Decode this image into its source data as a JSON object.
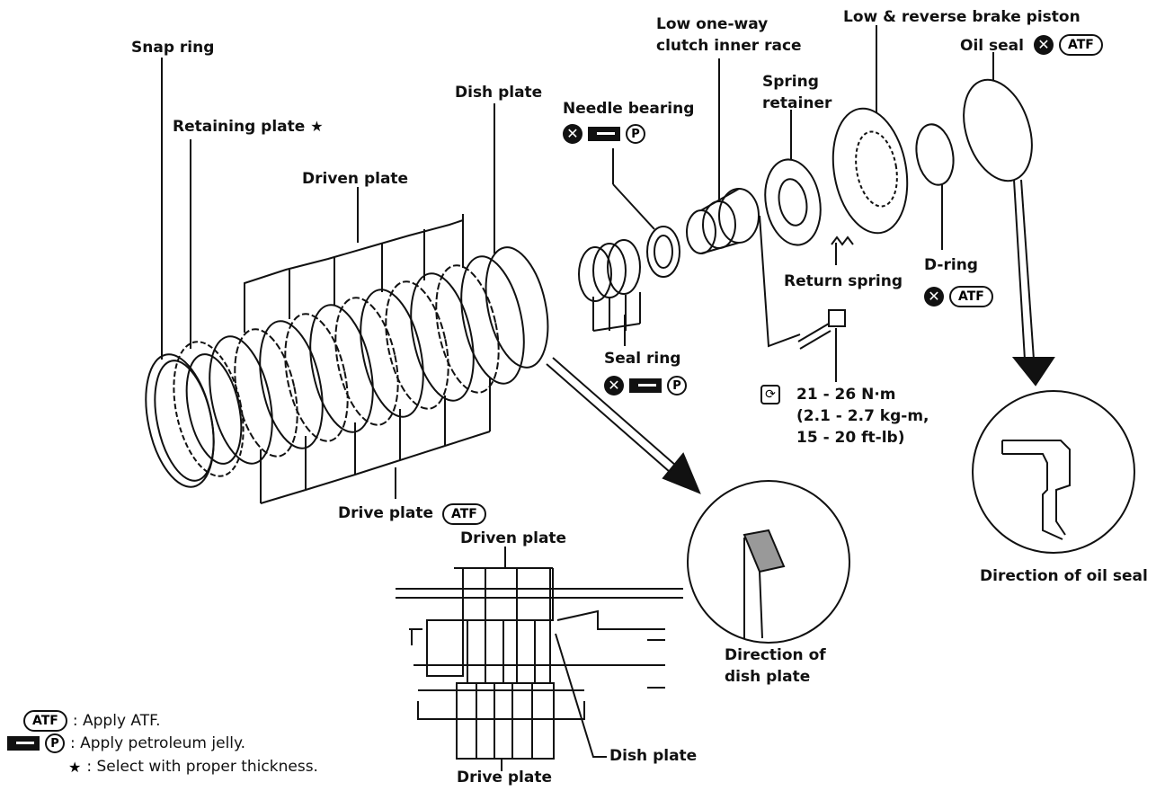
{
  "labels": {
    "snap_ring": "Snap ring",
    "retaining_plate": "Retaining plate",
    "driven_plate_top": "Driven plate",
    "dish_plate_top": "Dish plate",
    "needle_bearing": "Needle bearing",
    "low_oneway_line1": "Low one-way",
    "low_oneway_line2": "clutch inner race",
    "spring_retainer_line1": "Spring",
    "spring_retainer_line2": "retainer",
    "low_reverse_piston": "Low & reverse brake piston",
    "oil_seal": "Oil seal",
    "d_ring": "D-ring",
    "return_spring": "Return spring",
    "seal_ring": "Seal ring",
    "torque_line1": "21 - 26 N·m",
    "torque_line2": "(2.1 - 2.7 kg-m,",
    "torque_line3": "15 - 20 ft-lb)",
    "drive_plate": "Drive plate",
    "driven_plate_detail": "Driven plate",
    "dish_plate_detail": "Dish plate",
    "drive_plate_detail": "Drive plate",
    "direction_dish_line1": "Direction of",
    "direction_dish_line2": "dish plate",
    "direction_oil_seal": "Direction of oil seal"
  },
  "symbols": {
    "atf": "ATF",
    "petroleum": "P",
    "star": "★",
    "x": "✕"
  },
  "legend": {
    "atf_text": ": Apply ATF.",
    "jelly_text": ": Apply petroleum jelly.",
    "star_text": ": Select with proper thickness."
  }
}
